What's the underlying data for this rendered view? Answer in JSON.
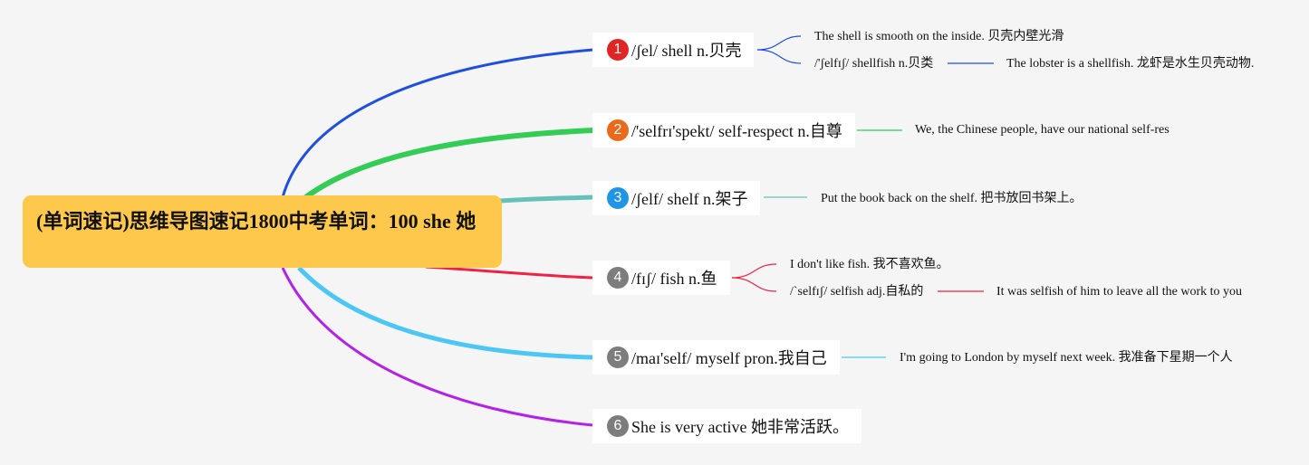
{
  "root": {
    "title": "(单词速记)思维导图速记1800中考单词：100 she 她"
  },
  "colors": {
    "root": "#fdc84b",
    "branch1": "#1f4fe0",
    "branch2": "#33cc55",
    "branch3": "#66c2b8",
    "branch4": "#ee2244",
    "branch5": "#4cc6f5",
    "branch6": "#b322e6",
    "badge1": "#e02525",
    "badge2": "#e86a1a",
    "badge3": "#1f95e8",
    "badge4": "#7d7d7d",
    "badge5": "#7d7d7d",
    "badge6": "#7d7d7d"
  },
  "branches": [
    {
      "number": "1",
      "label": "/ʃel/ shell n.贝壳",
      "subs": [
        {
          "text": "The shell is smooth on the inside. 贝壳内壁光滑"
        },
        {
          "text": "/'ʃelfɪʃ/ shellfish n.贝类",
          "child": "The lobster is a shellfish. 龙虾是水生贝壳动物."
        }
      ]
    },
    {
      "number": "2",
      "label": "/'selfrɪ'spekt/ self-respect n.自尊",
      "subs": [
        {
          "text": "We, the Chinese people, have our national self-res"
        }
      ]
    },
    {
      "number": "3",
      "label": "/ʃelf/ shelf n.架子",
      "subs": [
        {
          "text": "Put the book back on the shelf. 把书放回书架上。"
        }
      ]
    },
    {
      "number": "4",
      "label": "/fɪʃ/ fish n.鱼",
      "subs": [
        {
          "text": "I don't like fish. 我不喜欢鱼。"
        },
        {
          "text": "/ˋselfɪʃ/ selfish adj.自私的",
          "child": "It was selfish of him to leave all the work to you"
        }
      ]
    },
    {
      "number": "5",
      "label": "/maɪ'self/ myself pron.我自己",
      "subs": [
        {
          "text": "I'm going to London by myself next week. 我准备下星期一个人"
        }
      ]
    },
    {
      "number": "6",
      "label": "She is very active 她非常活跃。",
      "subs": []
    }
  ]
}
